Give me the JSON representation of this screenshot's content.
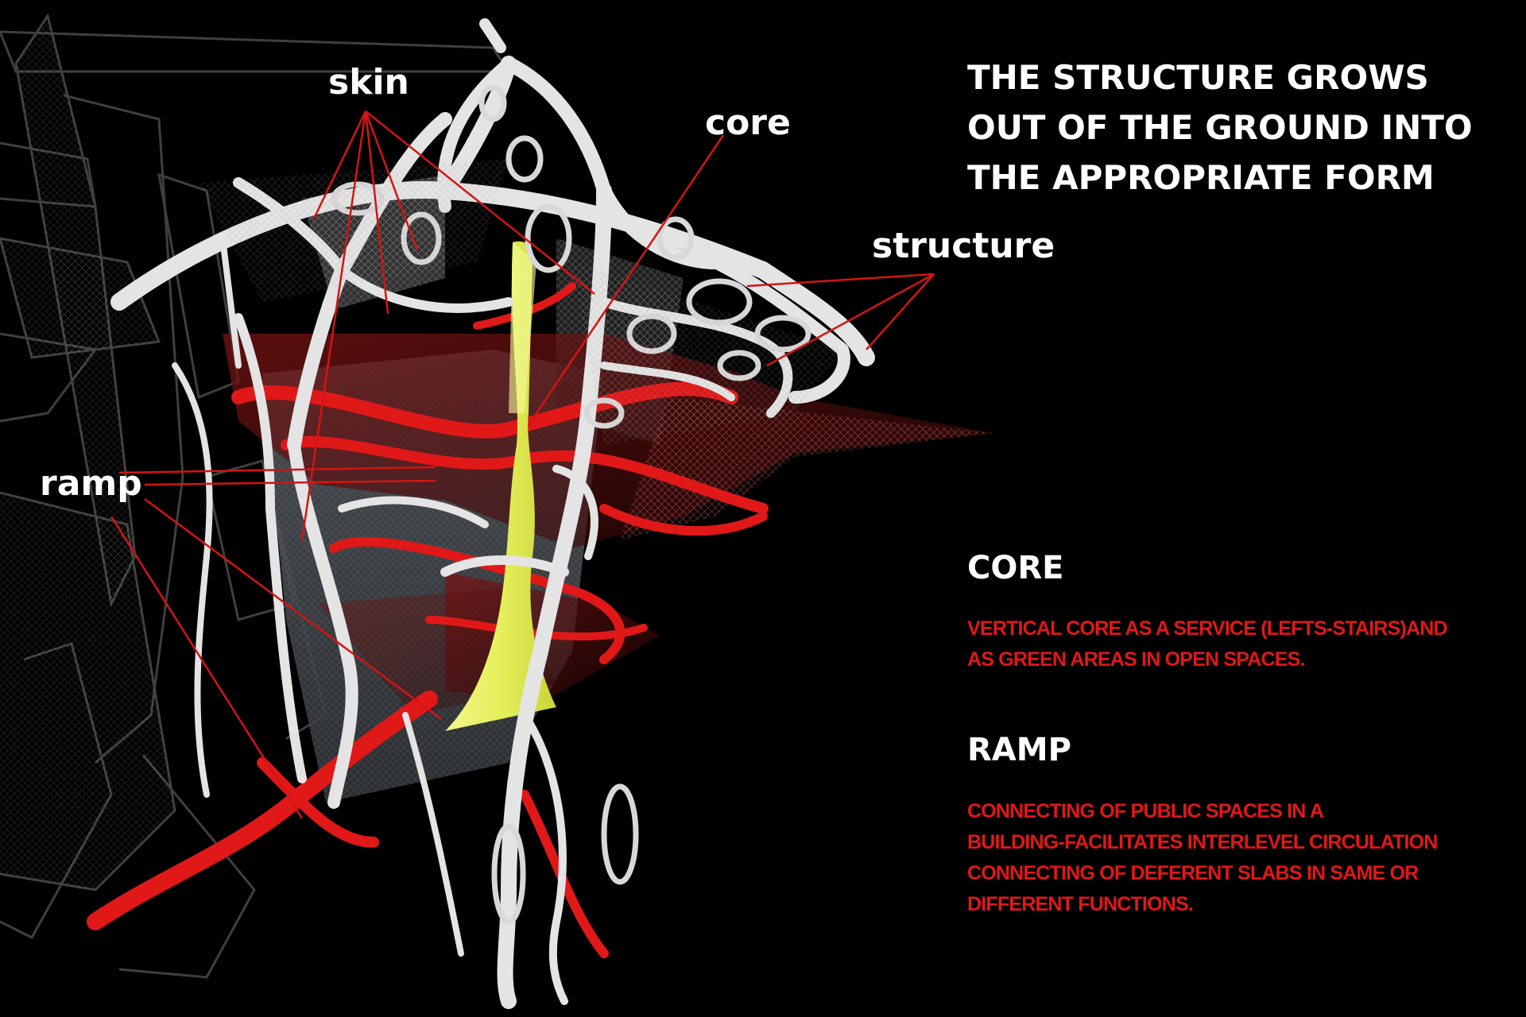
{
  "headline": {
    "lines": [
      "THE STRUCTURE GROWS",
      "OUT OF THE GROUND INTO",
      "THE APPROPRIATE FORM"
    ]
  },
  "labels": {
    "skin": "skin",
    "core": "core",
    "structure": "structure",
    "ramp": "ramp"
  },
  "sections": {
    "core": {
      "title": "CORE",
      "body": [
        "VERTICAL CORE AS A SERVICE (LEFTS-STAIRS)AND",
        "AS GREEN AREAS IN OPEN SPACES."
      ]
    },
    "ramp": {
      "title": "RAMP",
      "body": [
        "CONNECTING OF PUBLIC SPACES  IN A",
        "BUILDING-FACILITATES INTERLEVEL CIRCULATION",
        "CONNECTING OF DEFERENT SLABS IN SAME OR",
        "DIFFERENT FUNCTIONS."
      ]
    }
  },
  "colors": {
    "background": "#000000",
    "structure": "#e8e8e8",
    "ramp": "#e01818",
    "core": "#e6ef5a",
    "leader_line": "#d41414"
  }
}
